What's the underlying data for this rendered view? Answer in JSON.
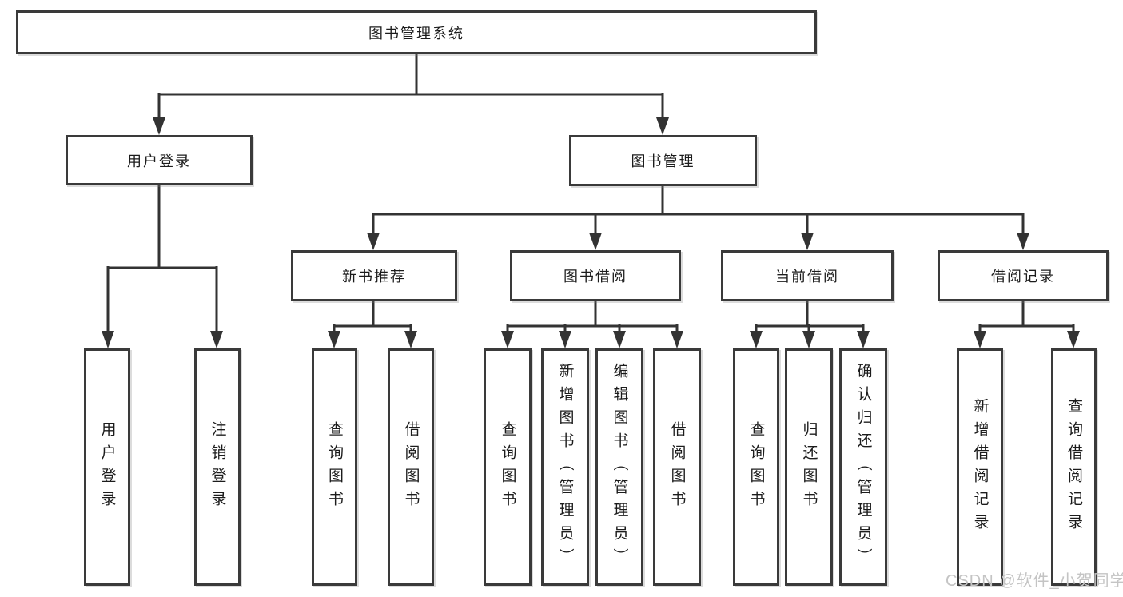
{
  "watermark": {
    "text": "CSDN @软件_小贺同学"
  },
  "colors": {
    "line": "#333333",
    "box_border": "#3a3a3a",
    "text": "#1c1c1c",
    "watermark": "#c4c4c4",
    "background": "#ffffff"
  },
  "tree": {
    "root": {
      "label": "图书管理系统",
      "children": [
        {
          "label": "用户登录",
          "children": [
            {
              "label": "用户登录"
            },
            {
              "label": "注销登录"
            }
          ]
        },
        {
          "label": "图书管理",
          "children": [
            {
              "label": "新书推荐",
              "children": [
                {
                  "label": "查询图书"
                },
                {
                  "label": "借阅图书"
                }
              ]
            },
            {
              "label": "图书借阅",
              "children": [
                {
                  "label": "查询图书"
                },
                {
                  "label": "新增图书（管理员）"
                },
                {
                  "label": "编辑图书（管理员）"
                },
                {
                  "label": "借阅图书"
                }
              ]
            },
            {
              "label": "当前借阅",
              "children": [
                {
                  "label": "查询图书"
                },
                {
                  "label": "归还图书"
                },
                {
                  "label": "确认归还（管理员）"
                }
              ]
            },
            {
              "label": "借阅记录",
              "children": [
                {
                  "label": "新增借阅记录"
                },
                {
                  "label": "查询借阅记录"
                }
              ]
            }
          ]
        }
      ]
    }
  }
}
